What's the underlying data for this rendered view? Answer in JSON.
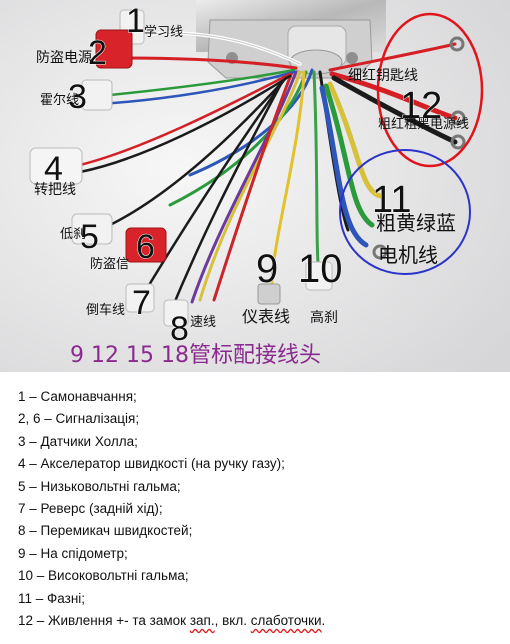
{
  "photo": {
    "numbers": [
      "1",
      "2",
      "3",
      "4",
      "5",
      "6",
      "7",
      "8",
      "9",
      "10",
      "11",
      "12"
    ],
    "chinese_labels": {
      "self_learn": "学习线",
      "antitheft": "防盗电源",
      "hall": "霍尔线",
      "throttle": "转把线",
      "low_brake": "低刹",
      "antitheft_signal": "防盗信",
      "reverse": "倒车线",
      "speed": "速线",
      "meter": "仪表线",
      "high_brake": "高刹",
      "key_line": "细红钥匙线",
      "power_line": "粗红粗黑电源线",
      "phase_colors": "粗黄绿蓝",
      "motor_line": "电机线",
      "connector_note": "9 12 15 18管标配接线头"
    },
    "colors": {
      "red_circle": "#e0151b",
      "blue_circle": "#2c33c8",
      "note_purple": "#8a2a8f",
      "connector_red": "#d8232a"
    }
  },
  "legend": {
    "lines": [
      "1 – Самонавчання;",
      "2, 6 – Сигналізація;",
      "3 – Датчики Холла;",
      "4 – Акселератор  швидкості (на ручку газу);",
      "5 – Низьковольтні гальма;",
      "7 – Реверс (задній хід);",
      "8 – Перемикач швидкостей;",
      "9 – На спідометр;",
      "10 – Високовольтні гальма;",
      "11 – Фазні;"
    ],
    "last": {
      "prefix": "12 – Живлення +- та замок ",
      "w1": "зап.",
      "mid": ", вкл. ",
      "w2": "слаботочки",
      "end": "."
    }
  }
}
